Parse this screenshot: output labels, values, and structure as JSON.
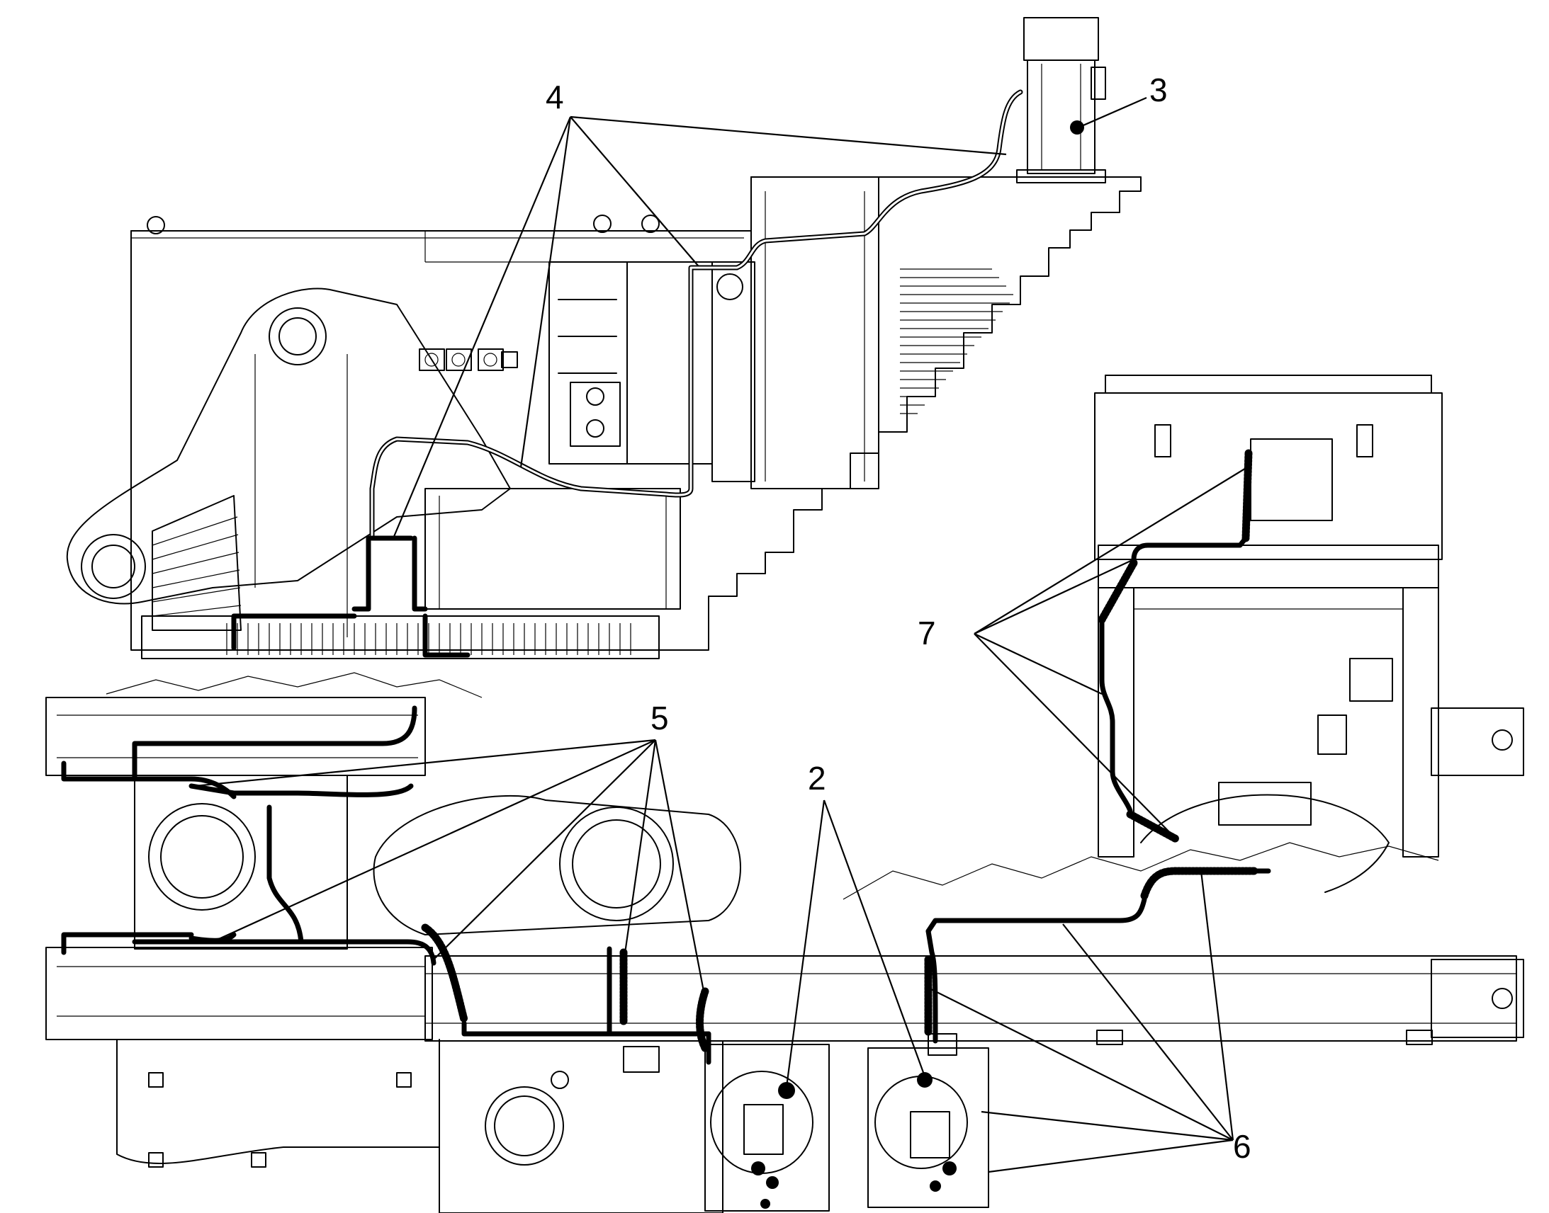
{
  "figure": {
    "callouts": [
      {
        "id": "c2",
        "label": "2"
      },
      {
        "id": "c3",
        "label": "3"
      },
      {
        "id": "c4",
        "label": "4"
      },
      {
        "id": "c5",
        "label": "5"
      },
      {
        "id": "c6",
        "label": "6"
      },
      {
        "id": "c7",
        "label": "7"
      }
    ]
  }
}
